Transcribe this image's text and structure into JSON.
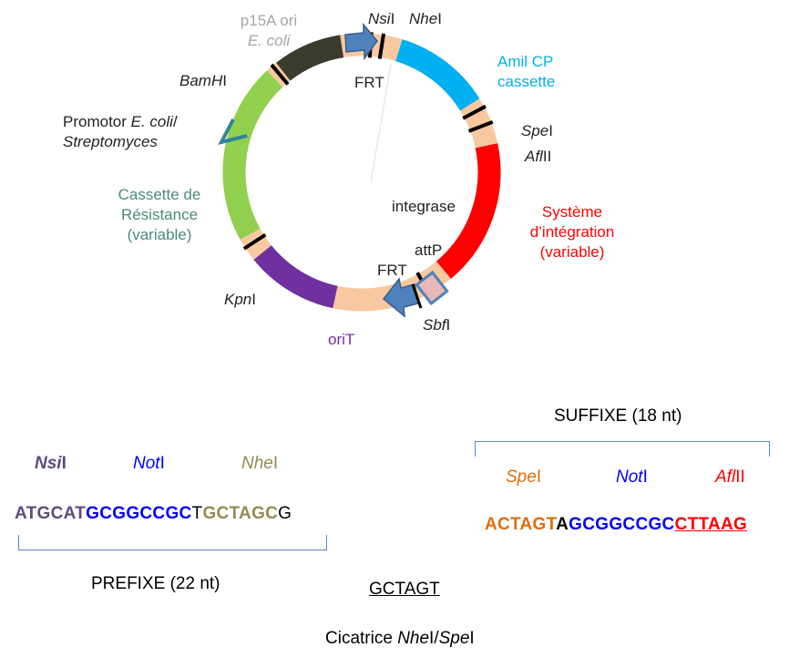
{
  "colors": {
    "peach": "#f8c9a0",
    "amilcp": "#00b0f0",
    "integration": "#ff0000",
    "p15a": "#3b3a2e",
    "resistance": "#92d050",
    "orit": "#7030a0",
    "frt_arrow": "#4f81bd",
    "attp_box": "#e6b9b8",
    "promoter": "#31859c",
    "nsi": "#604a7b",
    "not": "#0000ff",
    "nhe": "#948a54",
    "spe": "#e46c0a",
    "afl": "#ff0000",
    "bracket": "#5b87c5"
  },
  "labels": {
    "p15a_line1": "p15A ori",
    "p15a_line2": "E. coli",
    "nsi_site": "Nsi",
    "nsi_suffix": "I",
    "nhe_site": "Nhe",
    "nhe_suffix": "I",
    "frt_top": "FRT",
    "amilcp_line1": "Amil CP",
    "amilcp_line2": "cassette",
    "spe_site": "Spe",
    "spe_suffix": "I",
    "afl_site": "Afl",
    "afl_suffix": "II",
    "bamhi_site": "BamH",
    "bamhi_suffix": "I",
    "promotor_text": "Promotor ",
    "promotor_ecoli": "E. coli",
    "promotor_slash": "/",
    "promotor_strepto": "Streptomyces",
    "resistance_line1": "Cassette de",
    "resistance_line2": "Résistance",
    "resistance_line3": "(variable)",
    "integrase": "integrase",
    "integration_line1": "Système",
    "integration_line2": "d’intégration",
    "integration_line3": "(variable)",
    "attp": "attP",
    "frt_bottom": "FRT",
    "sbf_site": "Sbf",
    "sbf_suffix": "I",
    "kpn_site": "Kpn",
    "kpn_suffix": "I",
    "orit": "oriT"
  },
  "prefix": {
    "enzymes": [
      {
        "site": "Nsi",
        "suffix": "I"
      },
      {
        "site": "Not",
        "suffix": "I"
      },
      {
        "site": "Nhe",
        "suffix": "I"
      }
    ],
    "seq_nsi": "ATGCAT",
    "seq_not": "GCGGCCGC",
    "seq_t": "T",
    "seq_nhe": "GCTAGC",
    "seq_g": "G",
    "title": "PREFIXE (22 nt)"
  },
  "suffix": {
    "title": "SUFFIXE (18 nt)",
    "enzymes": [
      {
        "site": "Spe",
        "suffix": "I"
      },
      {
        "site": "Not",
        "suffix": "I"
      },
      {
        "site": "Afl",
        "suffix": "II"
      }
    ],
    "seq_spe": "ACTAGT",
    "seq_a": "A",
    "seq_not": "GCGGCCGC",
    "seq_afl": "CTTAAG"
  },
  "scar": {
    "sequence": "GCTAGT",
    "caption_prefix": "Cicatrice ",
    "caption_nhe": "Nhe",
    "caption_mid": "I/",
    "caption_spe": "Spe",
    "caption_end": "I"
  }
}
